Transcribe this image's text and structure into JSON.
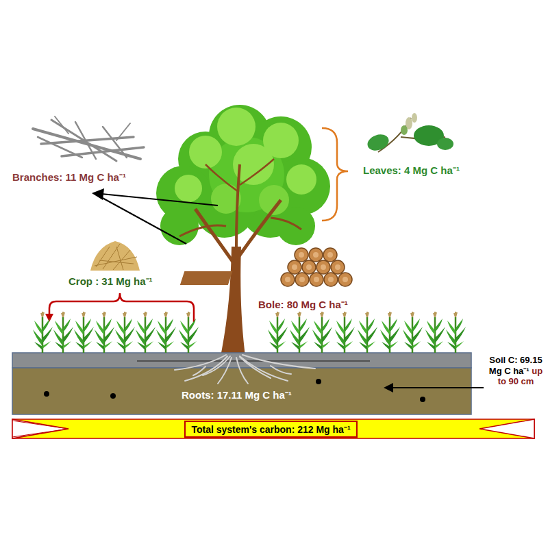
{
  "diagram": {
    "nodes": [
      {
        "text": [
          "Total system's carbon: 212 Mg ha⁻¹"
        ]
      }
    ],
    "labels": [
      "Branches: 11 Mg C ha⁻¹",
      "Leaves: 4 Mg C ha⁻¹",
      "Crop : 31 Mg ha⁻¹",
      "Bole: 80 Mg C ha⁻¹",
      "Roots: 17.11 Mg C ha⁻¹",
      "Soil C: 69.15 Mg C ha⁻¹",
      "up to 90 cm"
    ]
  }
}
